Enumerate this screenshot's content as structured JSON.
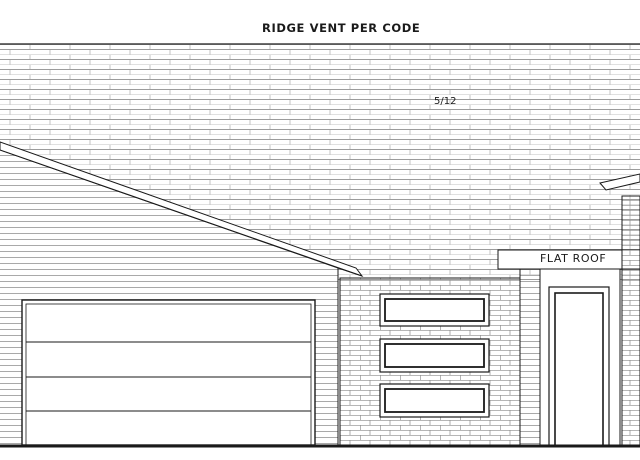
{
  "annotations": {
    "ridge_vent": "RIDGE VENT PER CODE",
    "roof_pitch": "5/12",
    "flat_roof": "FLAT ROOF"
  },
  "colors": {
    "line": "#1a1a1a",
    "hatch": "#8a8a8a",
    "background": "#ffffff"
  }
}
